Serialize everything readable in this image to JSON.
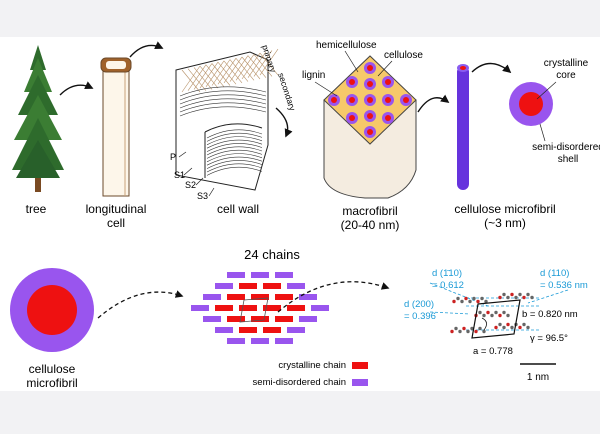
{
  "top": {
    "tree_label": "tree",
    "cell_label_1": "longitudinal",
    "cell_label_2": "cell",
    "wall_label": "cell wall",
    "wall_layers": {
      "p": "P",
      "s1": "S1",
      "s2": "S2",
      "s3": "S3"
    },
    "primary": "primary",
    "secondary": "secondary",
    "macro_components": {
      "hemicellulose": "hemicellulose",
      "cellulose": "cellulose",
      "lignin": "lignin"
    },
    "macro_label_1": "macrofibril",
    "macro_label_2": "(20-40 nm)",
    "micro_label_1": "cellulose microfibril",
    "micro_label_2": "(~3 nm)",
    "crystalline_core_1": "crystalline",
    "crystalline_core_2": "core",
    "shell_1": "semi-disordered",
    "shell_2": "shell"
  },
  "bottom": {
    "microfibril_label_1": "cellulose",
    "microfibril_label_2": "microfibril",
    "chains_title": "24 chains",
    "legend": {
      "crystalline": "crystalline chain",
      "semi": "semi-disordered chain"
    },
    "lattice": {
      "d110bar_label": "d (1̄10)",
      "d110bar_value": "= 0.612",
      "d110_label": "d (110)",
      "d110_value": "= 0.536 nm",
      "d200_label": "d (200)",
      "d200_value": "= 0.396",
      "b_value": "b = 0.820 nm",
      "gamma_value": "γ = 96.5°",
      "a_value": "a = 0.778",
      "scale_label": "1 nm"
    }
  },
  "colors": {
    "crystalline": "#ee1111",
    "semi": "#9955ee",
    "microfibril_rod": "#6633dd",
    "annotation_blue": "#1a9ad6",
    "tree_green": "#2e6b2c",
    "tree_trunk": "#7a4a22"
  }
}
